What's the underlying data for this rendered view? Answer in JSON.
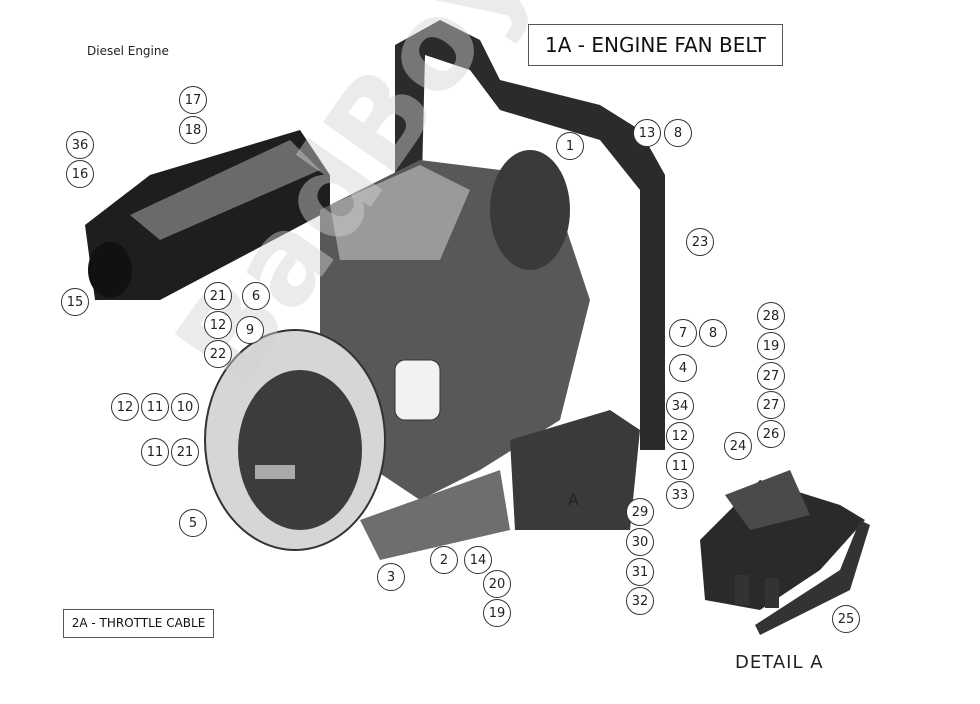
{
  "title": "Diesel Engine",
  "links": {
    "fan_belt": "1A - ENGINE FAN BELT",
    "throttle_cable": "2A - THROTTLE CABLE"
  },
  "detail_label": "DETAIL  A",
  "view_marker": "A",
  "watermark": "BadBoyMowerParts.com",
  "callouts": [
    "17",
    "18",
    "36",
    "16",
    "15",
    "21",
    "6",
    "12",
    "9",
    "22",
    "1",
    "13",
    "8",
    "23",
    "7",
    "8",
    "4",
    "28",
    "19",
    "27",
    "27",
    "26",
    "24",
    "34",
    "12",
    "11",
    "33",
    "29",
    "30",
    "31",
    "32",
    "25",
    "12",
    "11",
    "10",
    "11",
    "21",
    "5",
    "3",
    "2",
    "14",
    "20",
    "19"
  ]
}
